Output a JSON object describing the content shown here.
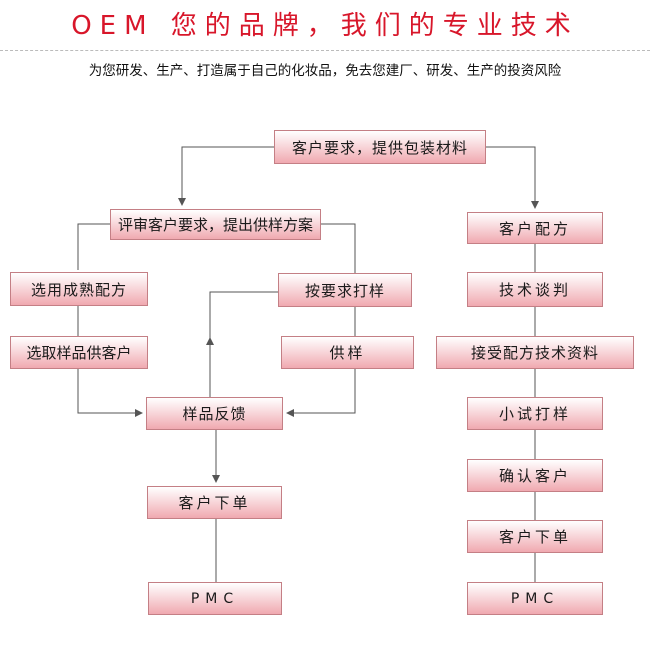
{
  "header": {
    "title": "OEM 您的品牌，我们的专业技术",
    "subtitle": "为您研发、生产、打造属于自己的化妆品，免去您建厂、研发、生产的投资风险"
  },
  "flow": {
    "top": "客户要求，提供包装材料",
    "review": "评审客户要求，提出供样方案",
    "left": {
      "mature": "选用成熟配方",
      "select_sample": "选取样品供客户",
      "custom_sample": "按要求打样",
      "supply_sample": "供样",
      "feedback": "样品反馈",
      "order": "客户下单",
      "pmc": "PMC"
    },
    "right": {
      "formula": "客户配方",
      "negotiate": "技术谈判",
      "accept": "接受配方技术资料",
      "trial": "小试打样",
      "confirm": "确认客户",
      "order": "客户下单",
      "pmc": "PMC"
    }
  },
  "colors": {
    "title": "#d8162a",
    "box_border": "#c47f85",
    "box_fill_bottom": "#f0a9b0",
    "line": "#555555"
  }
}
